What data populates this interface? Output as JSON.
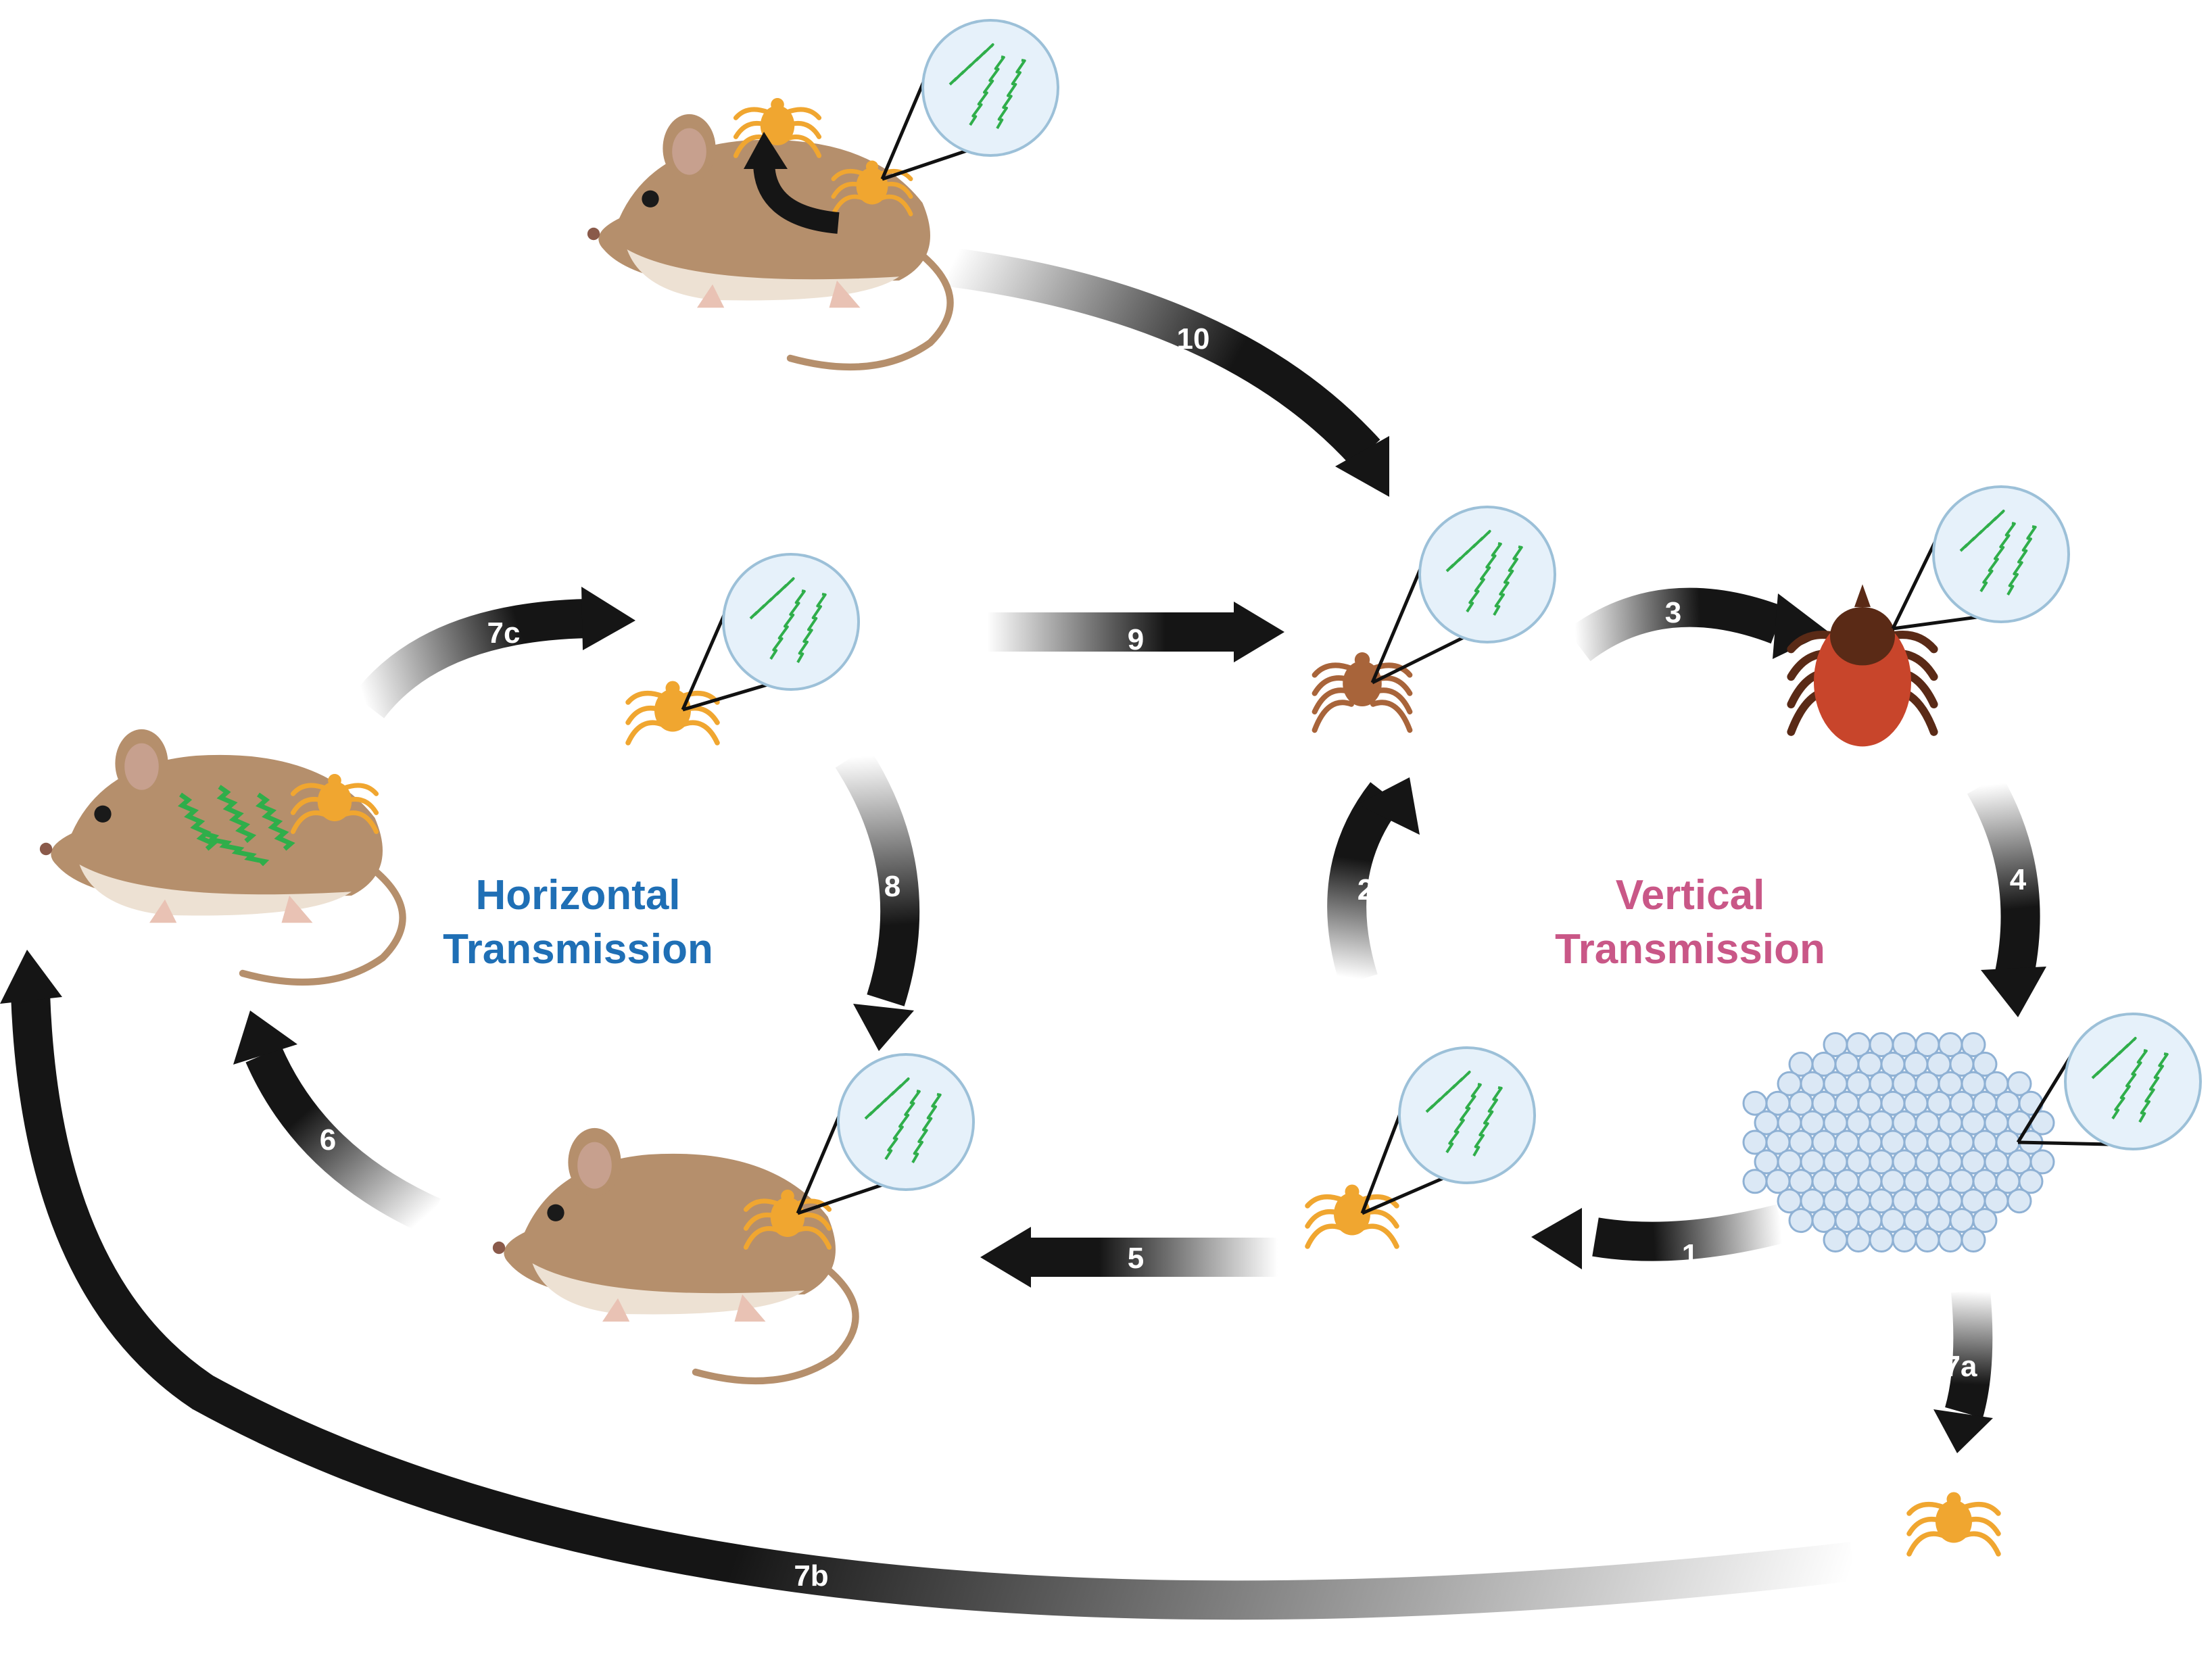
{
  "title": "",
  "labels": {
    "horizontal_line1": "Horizontal",
    "horizontal_line2": "Transmission",
    "vertical_line1": "Vertical",
    "vertical_line2": "Transmission"
  },
  "colors": {
    "horizontal": "#1f6fb5",
    "vertical": "#c95787",
    "arrow": "#151515",
    "mouse_body": "#b58f6c",
    "mouse_belly": "#ede1d3",
    "mouse_ear": "#c7a08e",
    "larva": "#f0a630",
    "nymph": "#a8643a",
    "adult_body": "#c8452b",
    "adult_scutum": "#5a2a16",
    "spirochete": "#2fae4a",
    "inset_fill": "#e6f1fa",
    "inset_stroke": "#9cc0d8",
    "egg_fill": "#dbe8f5",
    "egg_stroke": "#8fb1d4"
  },
  "arrows": [
    {
      "id": "1",
      "label": "1"
    },
    {
      "id": "2",
      "label": "2"
    },
    {
      "id": "3",
      "label": "3"
    },
    {
      "id": "4",
      "label": "4"
    },
    {
      "id": "5",
      "label": "5"
    },
    {
      "id": "6",
      "label": "6"
    },
    {
      "id": "7a",
      "label": "7a"
    },
    {
      "id": "7b",
      "label": "7b"
    },
    {
      "id": "7c",
      "label": "7c"
    },
    {
      "id": "8",
      "label": "8"
    },
    {
      "id": "9",
      "label": "9"
    },
    {
      "id": "10",
      "label": "10"
    }
  ]
}
